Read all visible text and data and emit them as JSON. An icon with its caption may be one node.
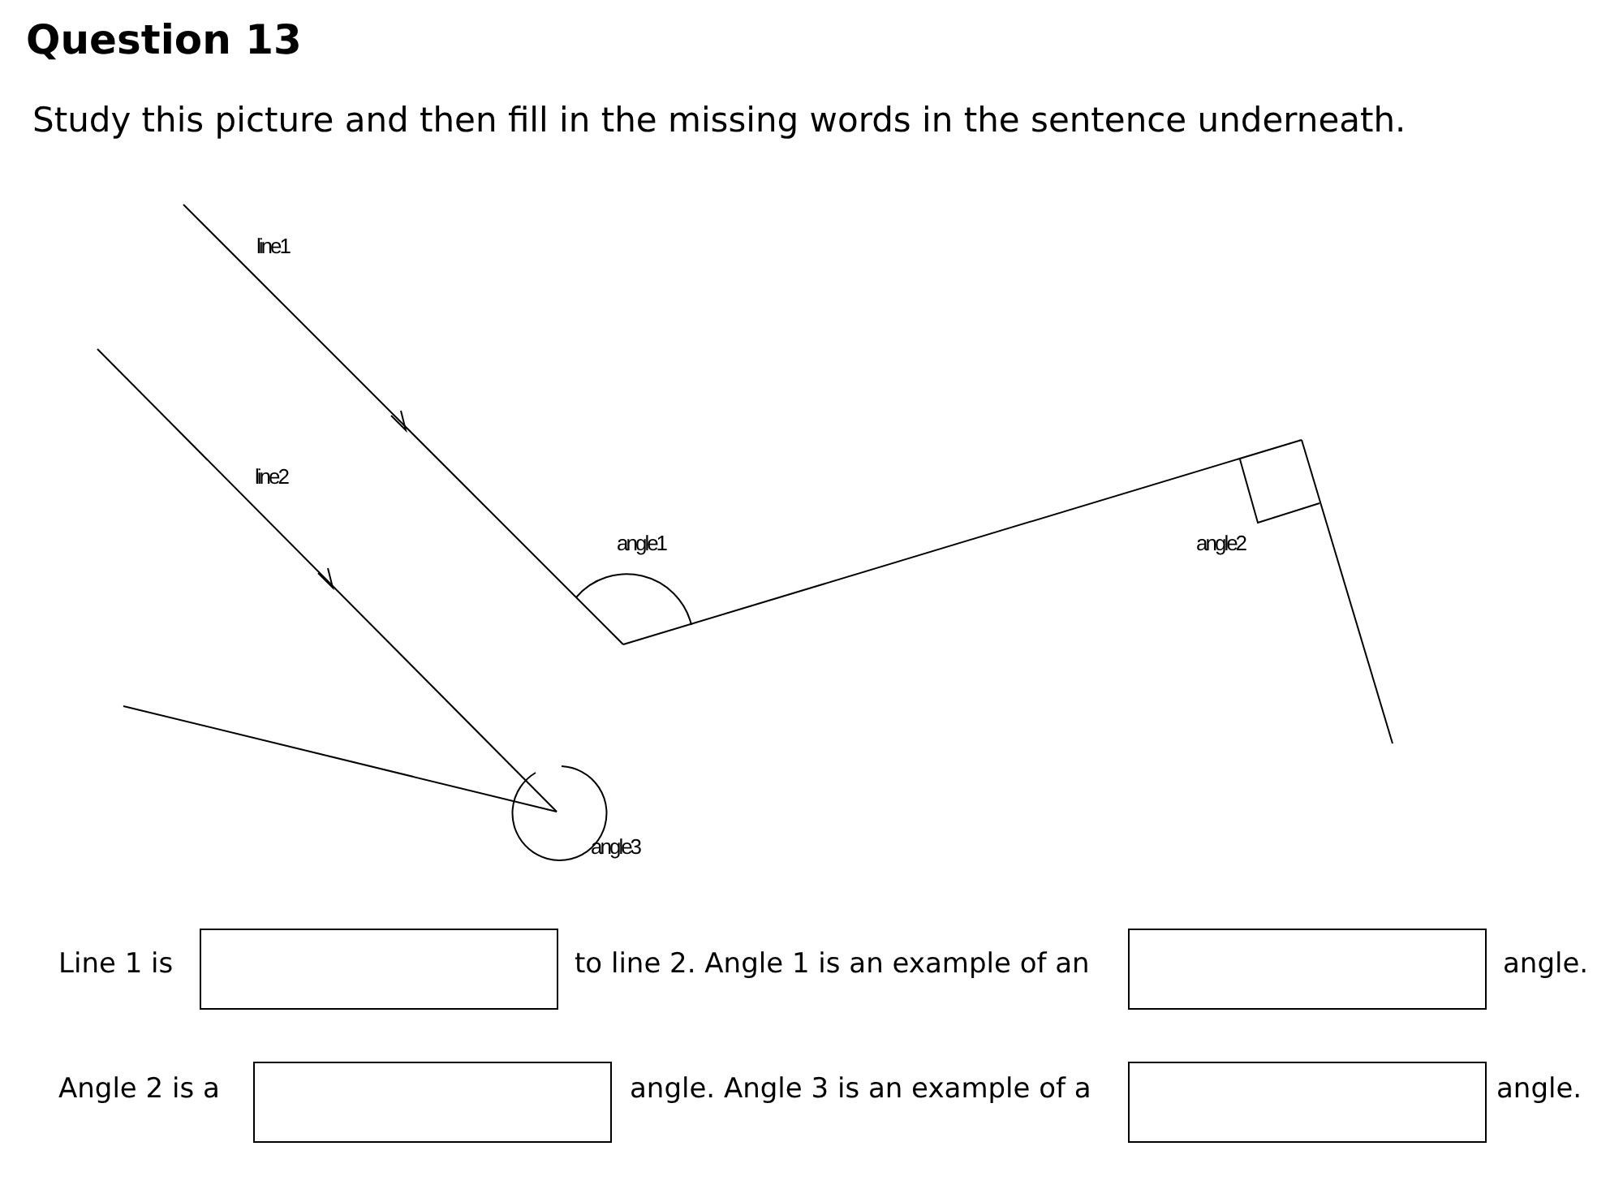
{
  "diagram": {
    "title": "Question 13",
    "labels": [
      "Study this picture and then fill in the missing words in the sentence underneath.",
      "line1",
      "line2",
      "angle1",
      "angle2",
      "angle3",
      "Line 1 is",
      "to line 2. Angle 1 is an example of an",
      "angle.",
      "Angle 2 is a",
      "angle. Angle 3 is an example of a",
      "angle."
    ]
  }
}
